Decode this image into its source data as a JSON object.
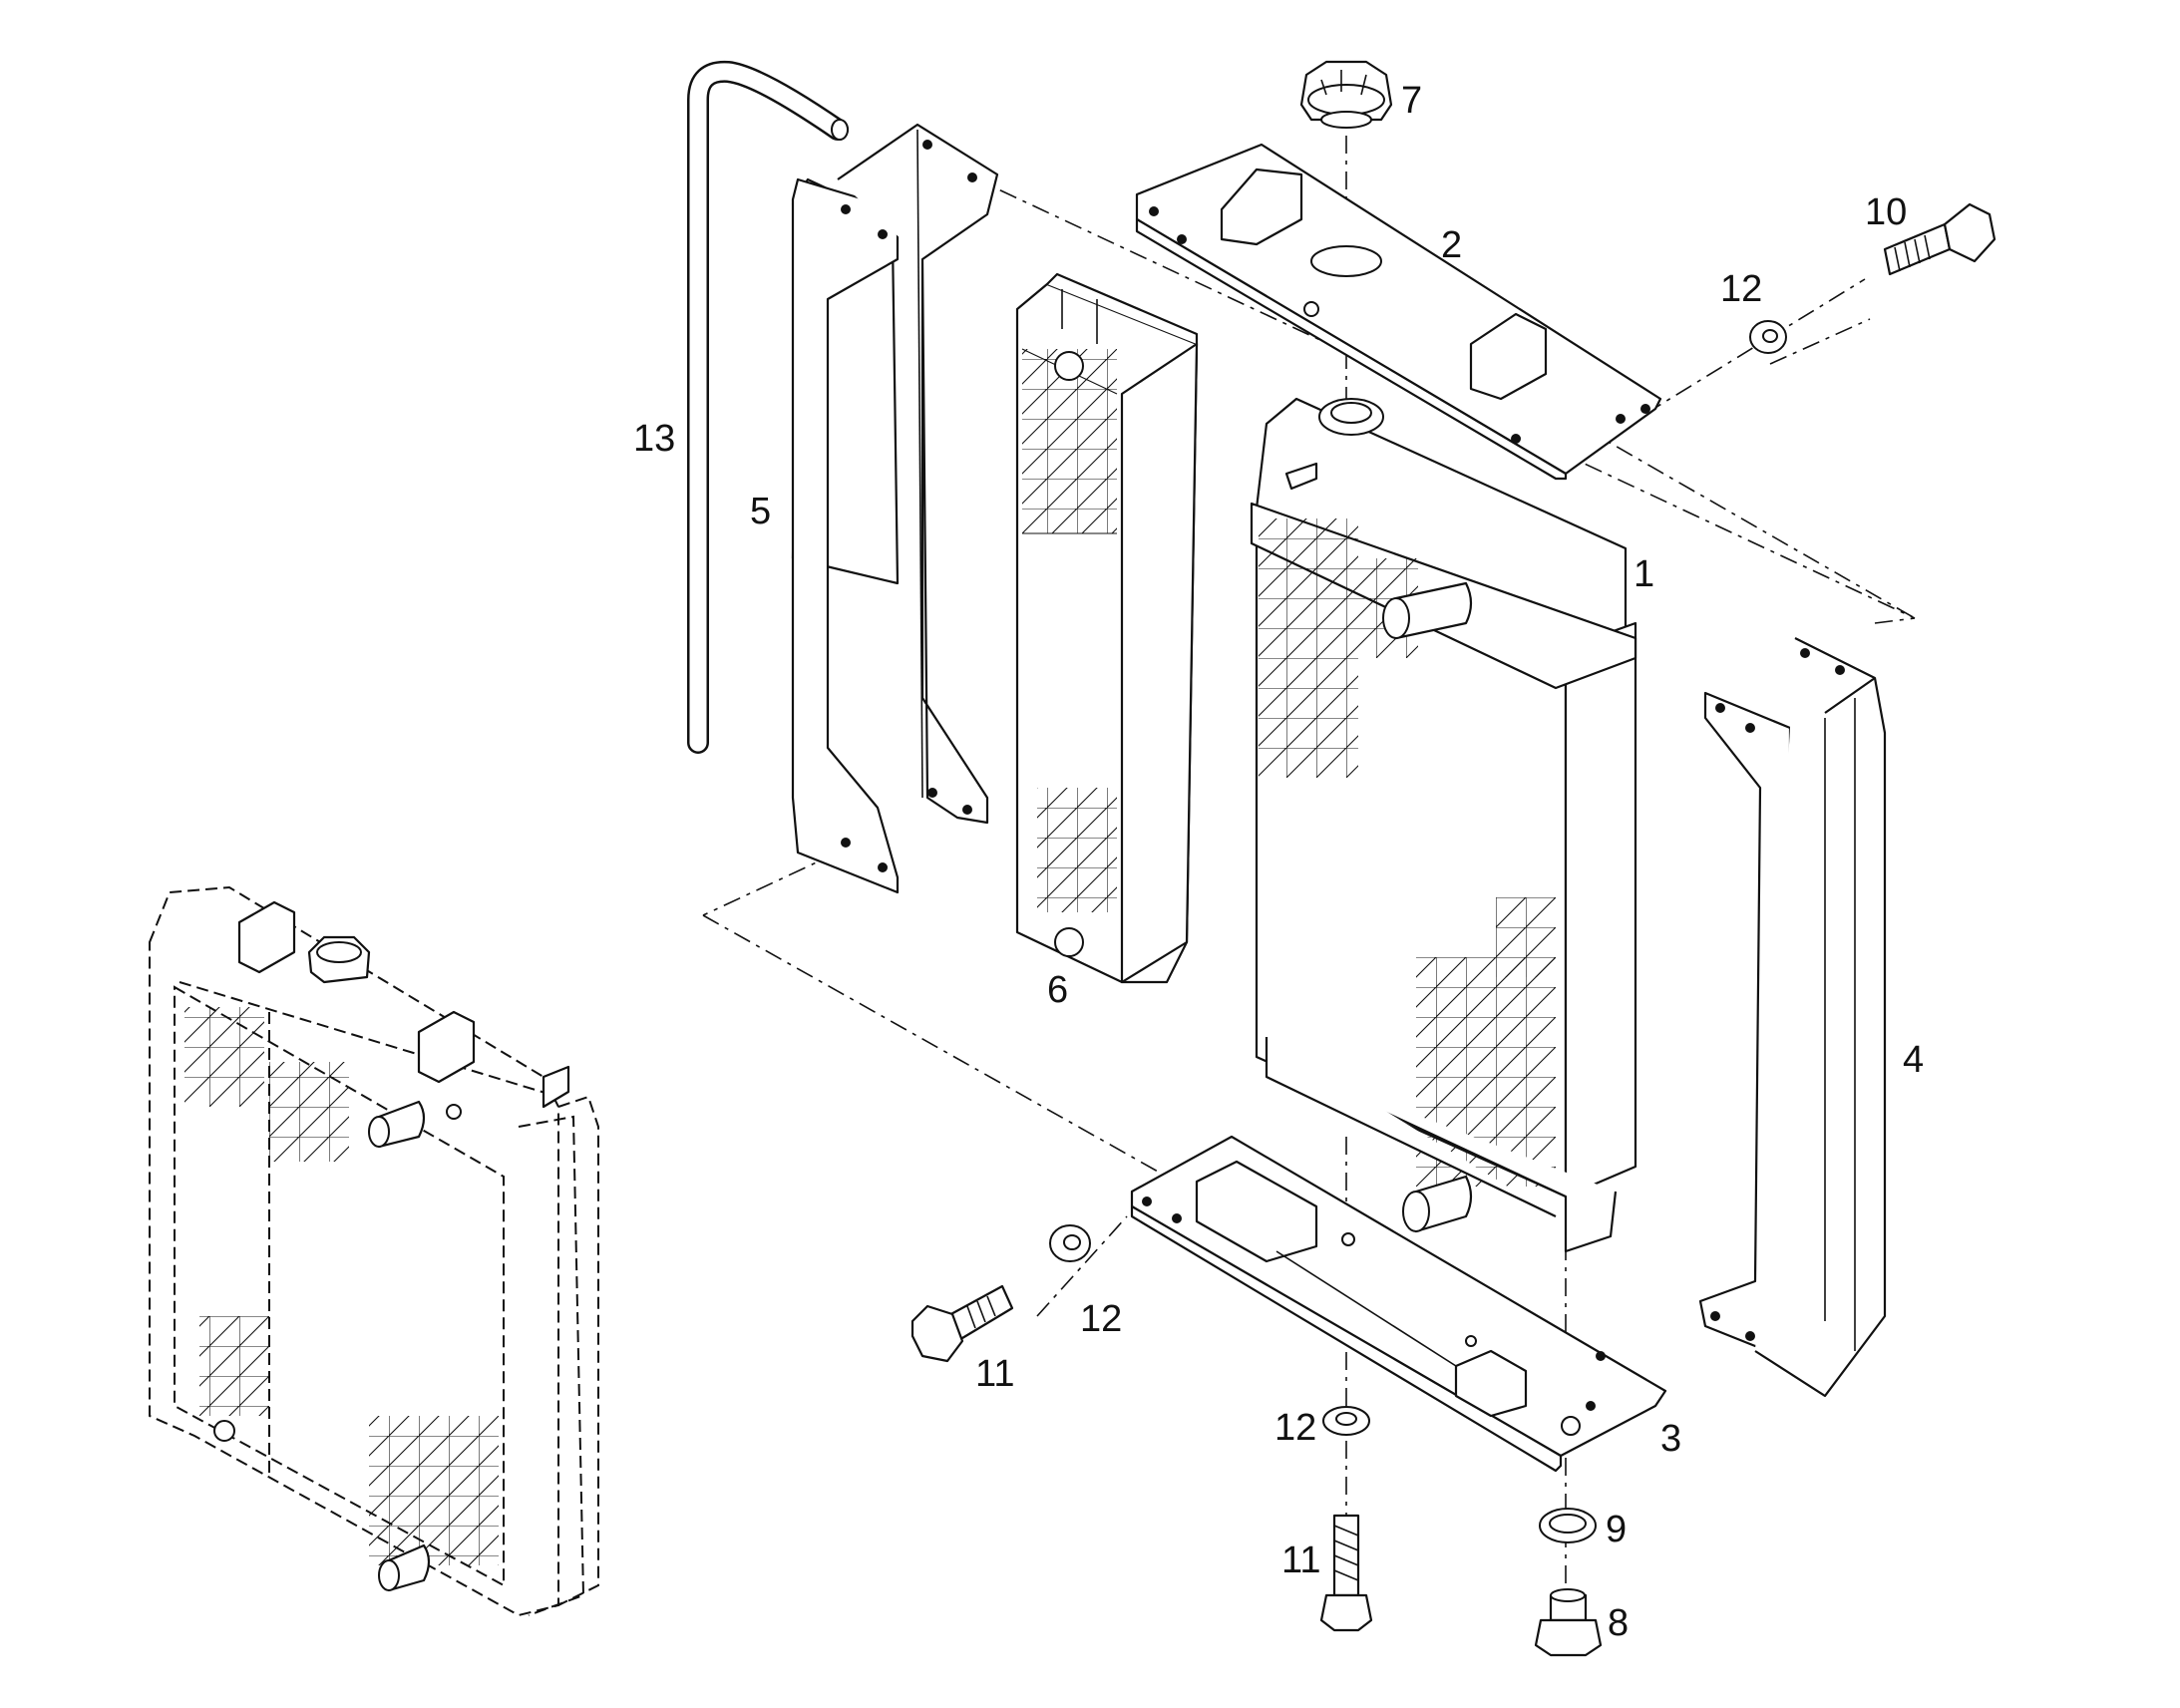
{
  "callouts": {
    "n1": "1",
    "n2": "2",
    "n3": "3",
    "n4": "4",
    "n5": "5",
    "n6": "6",
    "n7": "7",
    "n8": "8",
    "n9": "9",
    "n10": "10",
    "n11a": "11",
    "n11b": "11",
    "n12a": "12",
    "n12b": "12",
    "n12c": "12",
    "n13": "13"
  }
}
